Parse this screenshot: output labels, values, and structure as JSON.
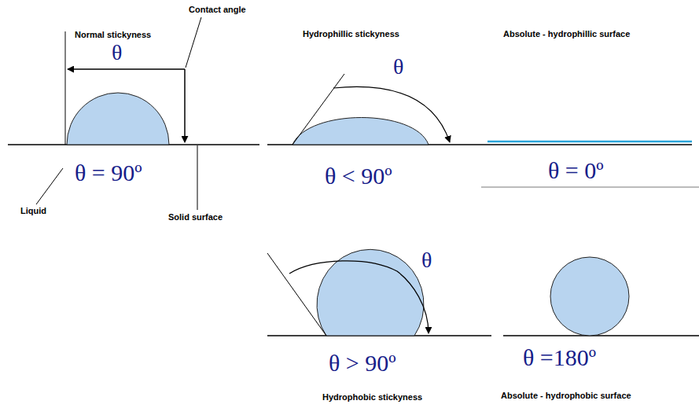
{
  "diagram": {
    "labels": [
      "Contact angle",
      "Normal stickyness",
      "Hydrophillic stickyness",
      "Absolute - hydrophillic surface",
      "θ",
      "θ",
      "θ = 90º",
      "θ < 90º",
      "θ = 0º",
      "Liquid",
      "Solid surface",
      "θ",
      "θ > 90º",
      "θ =180º",
      "Hydrophobic stickyness",
      "Absolute - hydrophobic surface"
    ]
  }
}
